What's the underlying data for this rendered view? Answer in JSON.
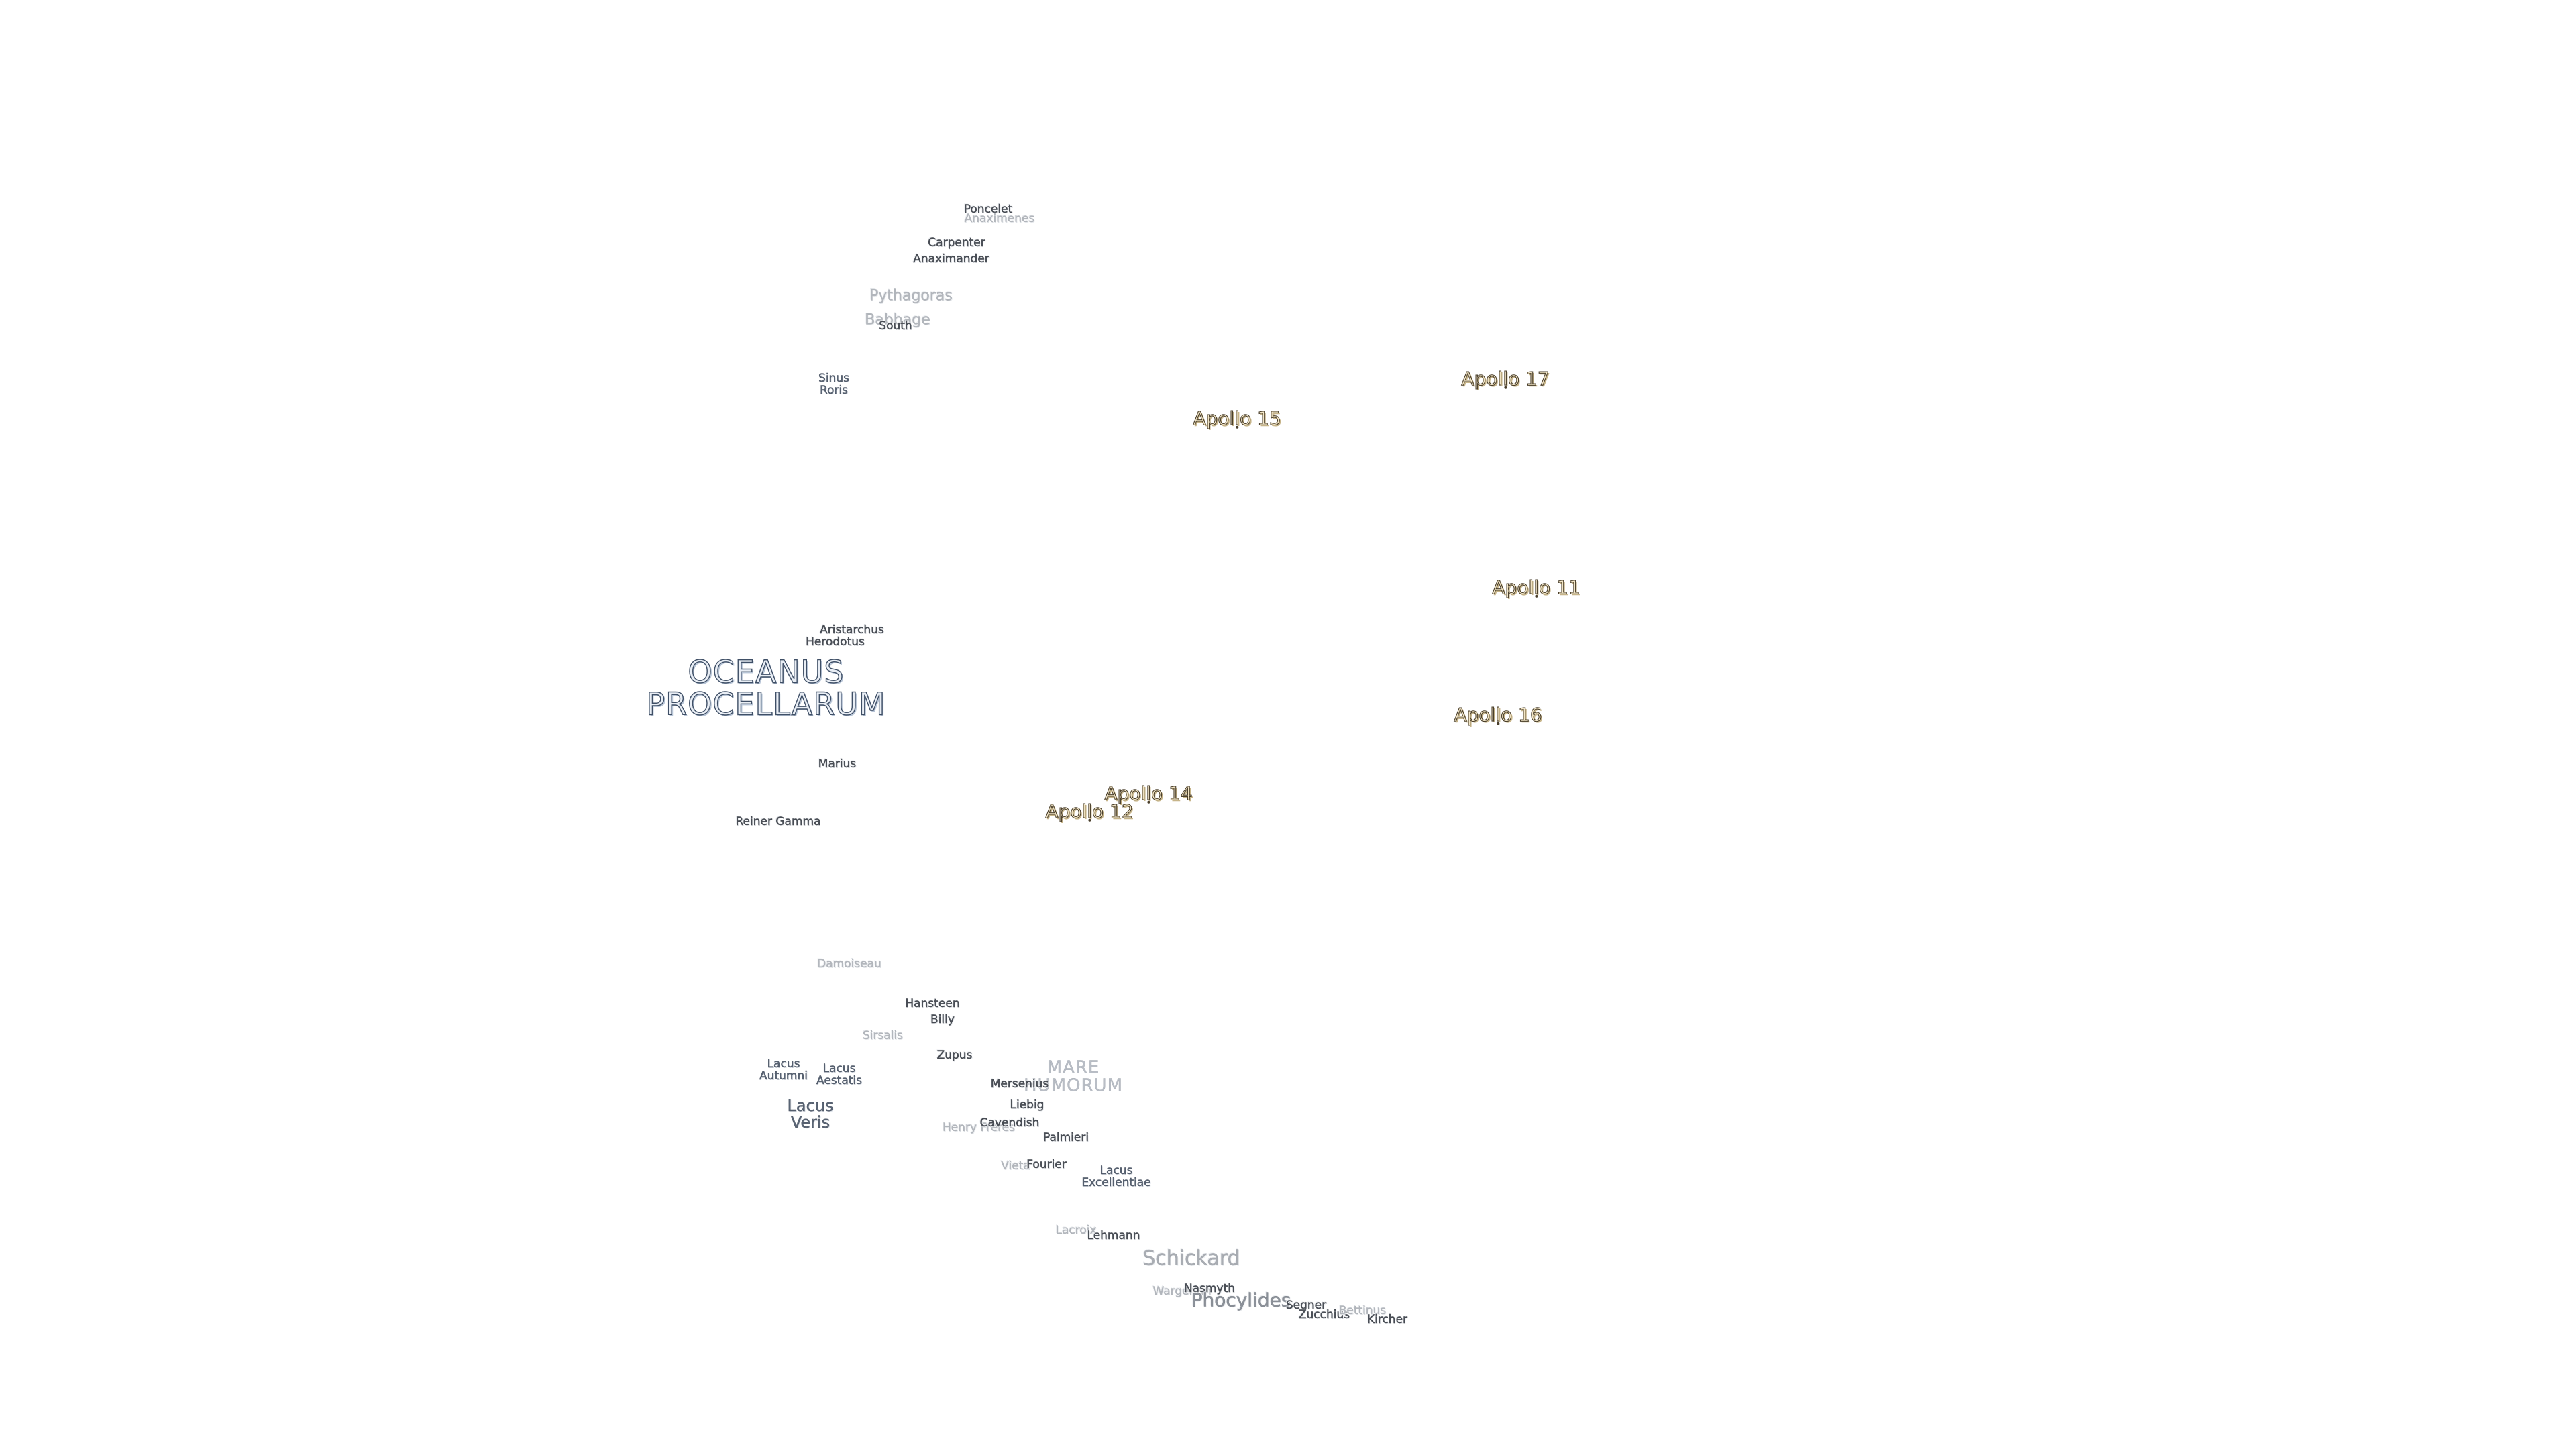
{
  "background_color": "#ffffff",
  "colors": {
    "crater_text": "#4a4f57",
    "faint_text": "#b3b7bd",
    "ocean_text": "#e9eef5",
    "ocean_outline": "#3f4f66",
    "apollo_text": "#f3e6c6",
    "apollo_outline": "#4a3f2c"
  },
  "labels": {
    "oceanus_line1": "OCEANUS",
    "oceanus_line2": "PROCELLARUM",
    "mare_line1": "MARE",
    "mare_line2": "HUMORUM",
    "poncelet": "Poncelet",
    "anaximenes": "Anaximenes",
    "carpenter": "Carpenter",
    "anaximander": "Anaximander",
    "pythagoras": "Pythagoras",
    "babbage": "Babbage",
    "south": "South",
    "sinus_line1": "Sinus",
    "sinus_line2": "Roris",
    "aristarchus": "Aristarchus",
    "herodotus": "Herodotus",
    "marius": "Marius",
    "reiner_gamma": "Reiner Gamma",
    "damoiseau": "Damoiseau",
    "hansteen": "Hansteen",
    "billy": "Billy",
    "sirsalis": "Sirsalis",
    "zupus": "Zupus",
    "lacus_autumni_1": "Lacus",
    "lacus_autumni_2": "Autumni",
    "lacus_aestatis_1": "Lacus",
    "lacus_aestatis_2": "Aestatis",
    "lacus_veris_1": "Lacus",
    "lacus_veris_2": "Veris",
    "mersenius": "Mersenius",
    "liebig": "Liebig",
    "henry_freres": "Henry Frères",
    "cavendish": "Cavendish",
    "palmieri": "Palmieri",
    "vieta": "Vieta",
    "fourier": "Fourier",
    "lacus_exc_1": "Lacus",
    "lacus_exc_2": "Excellentiae",
    "lacroix": "Lacroix",
    "lehmann": "Lehmann",
    "schickard": "Schickard",
    "wargentin": "Wargentin",
    "nasmyth": "Nasmyth",
    "phocylides": "Phocylides",
    "segner": "Segner",
    "zucchius": "Zucchius",
    "bettinus": "Bettinus",
    "kircher": "Kircher",
    "apollo17": "Apollo 17",
    "apollo15": "Apollo 15",
    "apollo11": "Apollo 11",
    "apollo16": "Apollo 16",
    "apollo14": "Apollo 14",
    "apollo12": "Apollo 12"
  }
}
